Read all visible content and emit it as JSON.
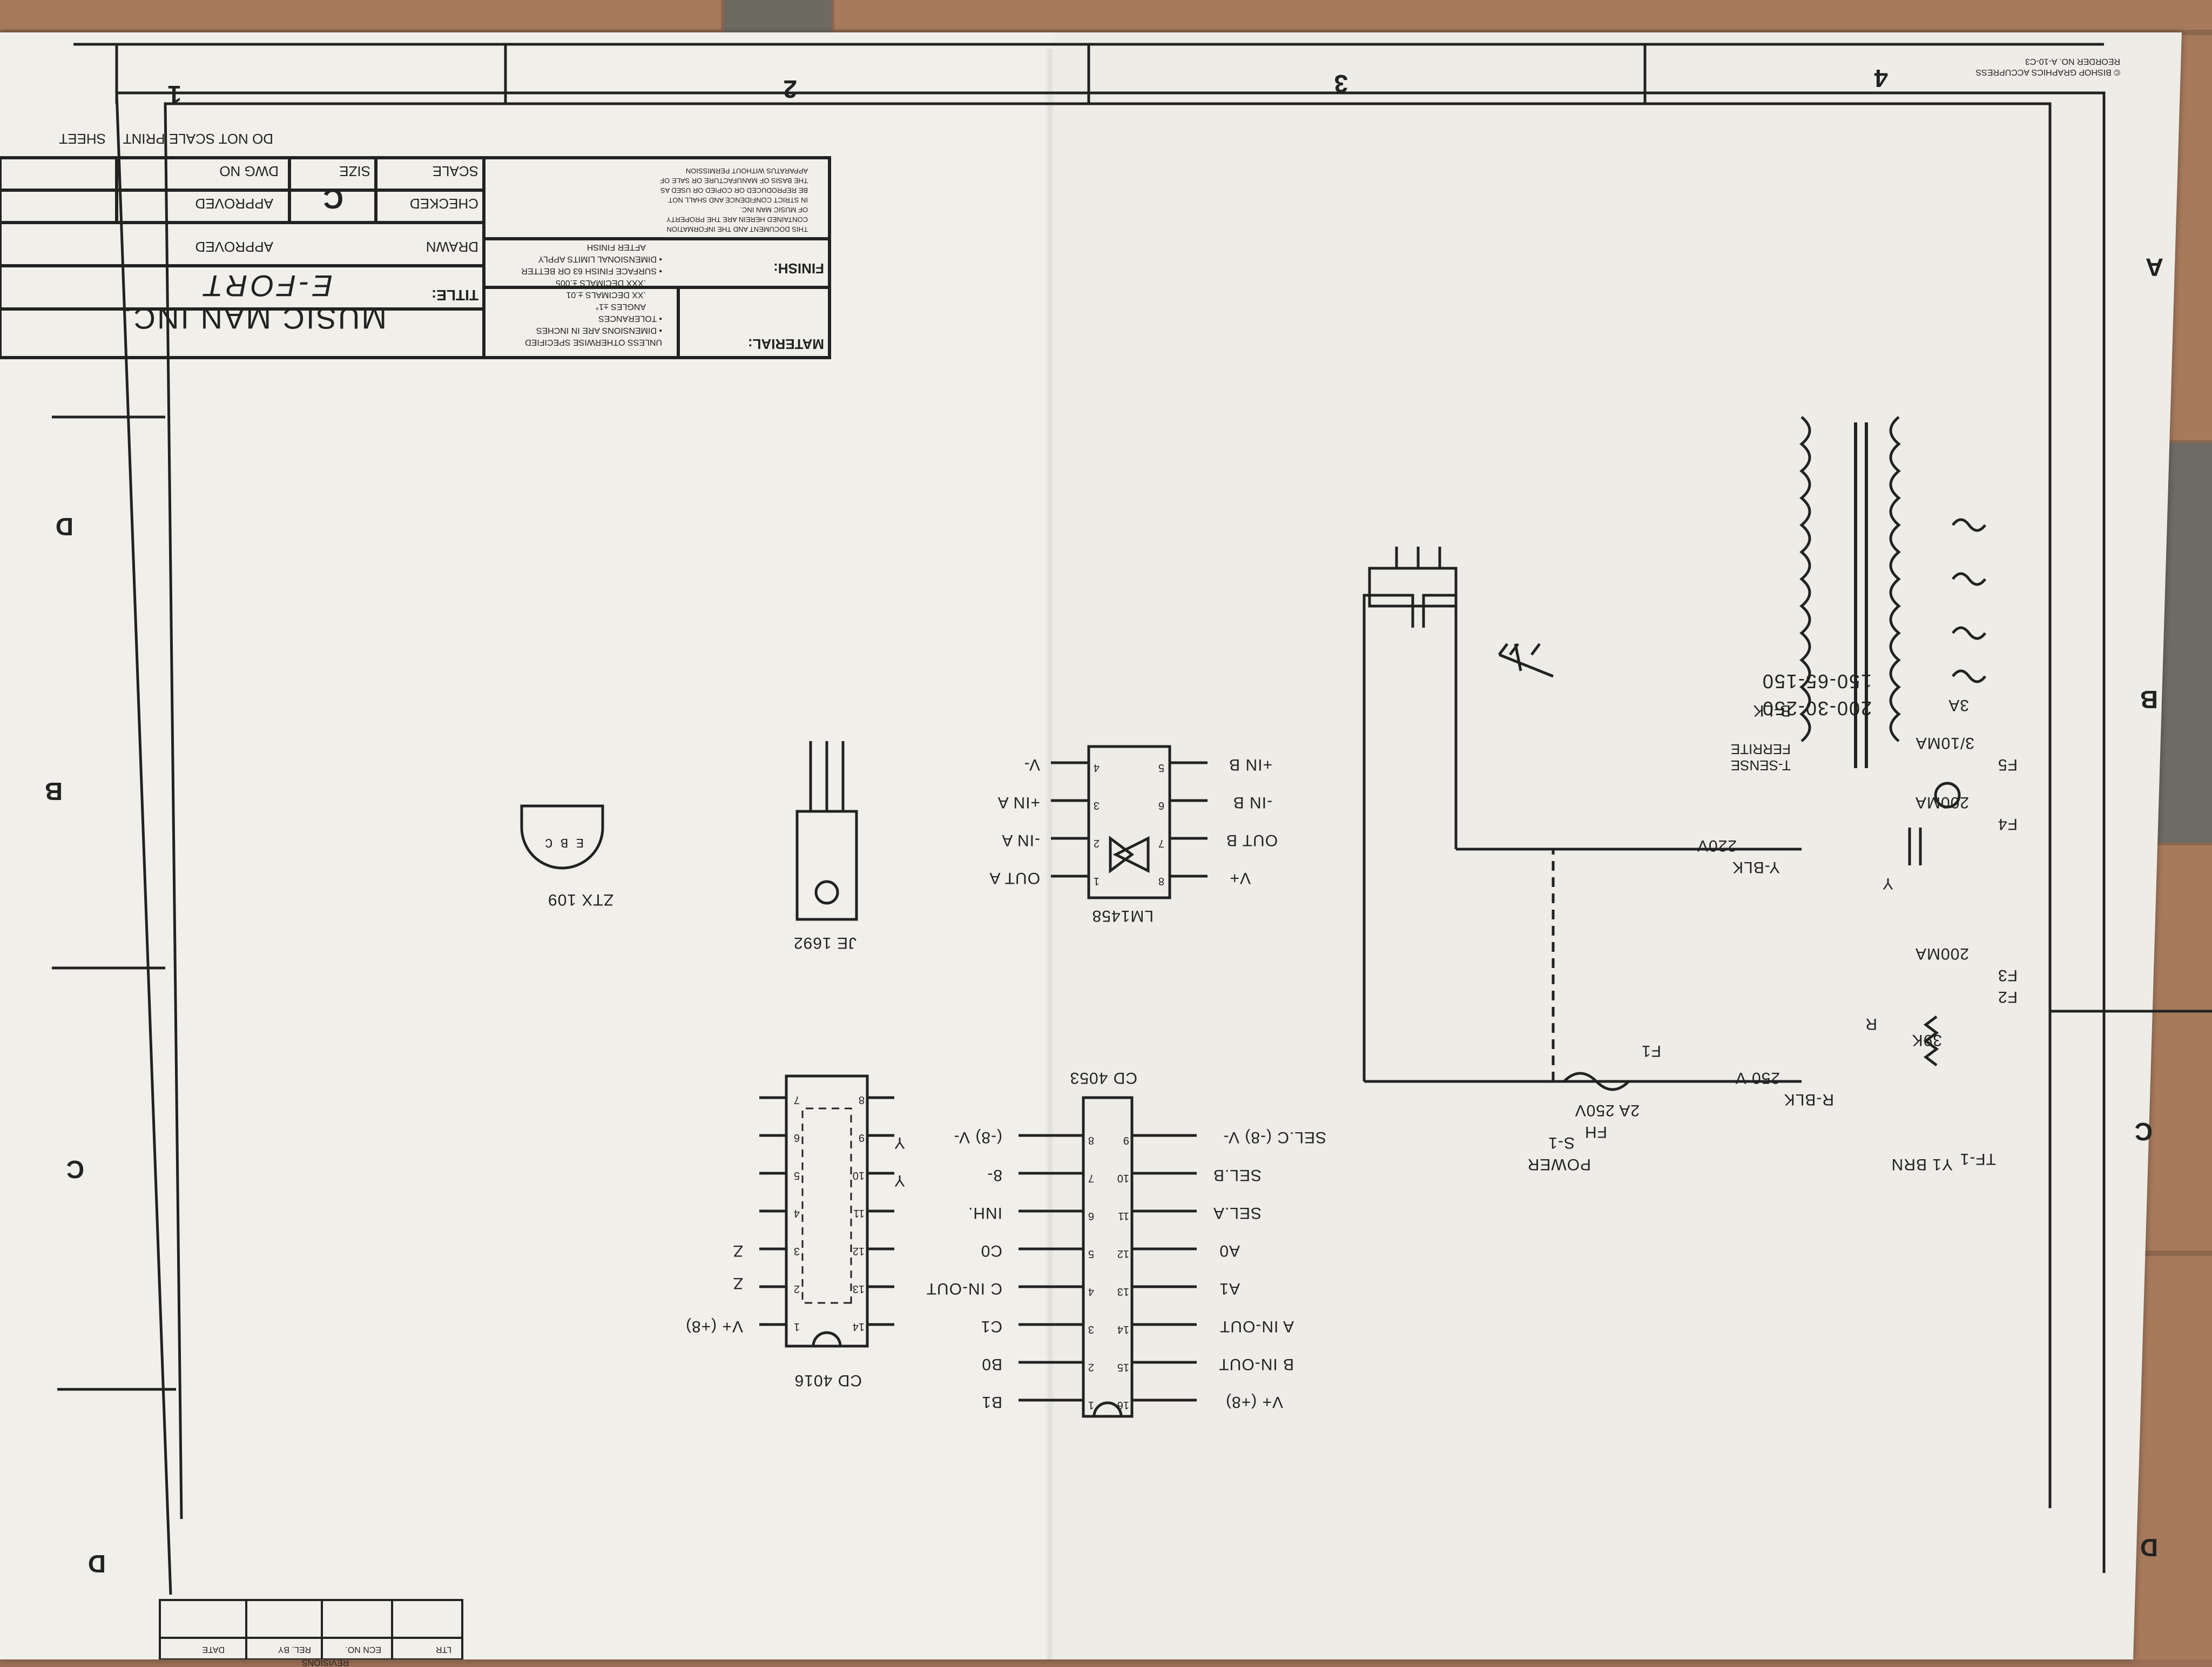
{
  "title_block": {
    "company": "MUSIC MAN INC.",
    "title_label": "TITLE:",
    "title_value": "E-FORT",
    "material_label": "MATERIAL:",
    "finish_label": "FINISH:",
    "drawn_label": "DRAWN",
    "checked_label": "CHECKED",
    "approved_label_1": "APPROVED",
    "approved_label_2": "APPROVED",
    "scale_label": "SCALE",
    "size_label": "SIZE",
    "size_value": "C",
    "dwg_no_label": "DWG NO",
    "do_not_scale": "DO NOT SCALE PRINT",
    "sheet_label": "SHEET",
    "notes": [
      "UNLESS OTHERWISE SPECIFIED",
      "• DIMENSIONS ARE IN INCHES",
      "• TOLERANCES",
      "ANGLES ±1°",
      ".XX DECIMALS ±.01",
      ".XXX DECIMALS ±.005",
      "• SURFACE FINISH 63 OR BETTER",
      "• DIMENSIONAL LIMITS APPLY",
      "AFTER FINISH"
    ],
    "proprietary_notice": [
      "THIS DOCUMENT AND THE INFORMATION",
      "CONTAINED HEREIN ARE THE PROPERTY",
      "OF MUSIC MAN INC.",
      "IN STRICT CONFIDENCE AND SHALL NOT",
      "BE REPRODUCED OR COPIED OR USED AS",
      "THE BASIS OF MANUFACTURE OR SALE OF",
      "APPARATUS WITHOUT PERMISSION"
    ],
    "copyright": "© BISHOP GRAPHICS ACCUPRESS",
    "reorder": "REORDER NO. A-10-C3"
  },
  "revision_block": {
    "headers": [
      "LTR",
      "ECN NO.",
      "REL. BY",
      "DATE"
    ],
    "title": "REVISIONS"
  },
  "zones": {
    "columns": [
      "1",
      "2",
      "3",
      "4"
    ],
    "rows": [
      "A",
      "B",
      "C",
      "D"
    ]
  },
  "power_section": {
    "transformer_ref": "TF-1",
    "primary_label": "Y1 BRN",
    "part_numbers": [
      "200-30-250",
      "150-65-150"
    ],
    "labels": [
      "39K",
      "R",
      "R-BLK",
      "250 V",
      "Y-BLK",
      "220V",
      "T-SENSE",
      "FERRITE",
      "B-LK",
      "200MA",
      "200MA",
      "3/10MA",
      "3A",
      "Y"
    ],
    "fuses": [
      "F1",
      "F2",
      "F3",
      "F4",
      "F5"
    ],
    "main_fuse": [
      "FH",
      "2A 250V"
    ],
    "power_switch": [
      "POWER",
      "S-1"
    ]
  },
  "ics": {
    "lm1458": {
      "name": "LM1458",
      "left_labels": [
        "OUT A",
        "-IN A",
        "+IN A",
        "V-"
      ],
      "right_labels": [
        "V+",
        "OUT B",
        "-IN B",
        "+IN B"
      ],
      "left_pins": [
        "1",
        "2",
        "3",
        "4"
      ],
      "right_pins": [
        "8",
        "7",
        "6",
        "5"
      ]
    },
    "cd4053": {
      "name": "CD 4053",
      "left_labels": [
        "B1",
        "B0",
        "C1",
        "C IN-OUT",
        "C0",
        "INH.",
        "8-",
        "(-8) V-"
      ],
      "right_labels": [
        "V+ (+8)",
        "B IN-OUT",
        "A IN-OUT",
        "A1",
        "A0",
        "SEL.A",
        "SEL.B",
        "SEL.C (-8) V-"
      ],
      "left_pins": [
        "1",
        "2",
        "3",
        "4",
        "5",
        "6",
        "7",
        "8"
      ],
      "right_pins": [
        "16",
        "15",
        "14",
        "13",
        "12",
        "11",
        "10",
        "9"
      ]
    },
    "cd4016": {
      "name": "CD 4016",
      "pins_left": [
        "1",
        "2",
        "3",
        "4",
        "5",
        "6",
        "7"
      ],
      "pins_right": [
        "14",
        "13",
        "12",
        "11",
        "10",
        "9",
        "8"
      ],
      "side_labels": [
        "V+ (+8)",
        "Z",
        "Z",
        "Y",
        "Y"
      ]
    },
    "je1692": {
      "name": "JE 1692"
    },
    "ztx109": {
      "name": "ZTX 109",
      "pins": "E B C"
    }
  }
}
